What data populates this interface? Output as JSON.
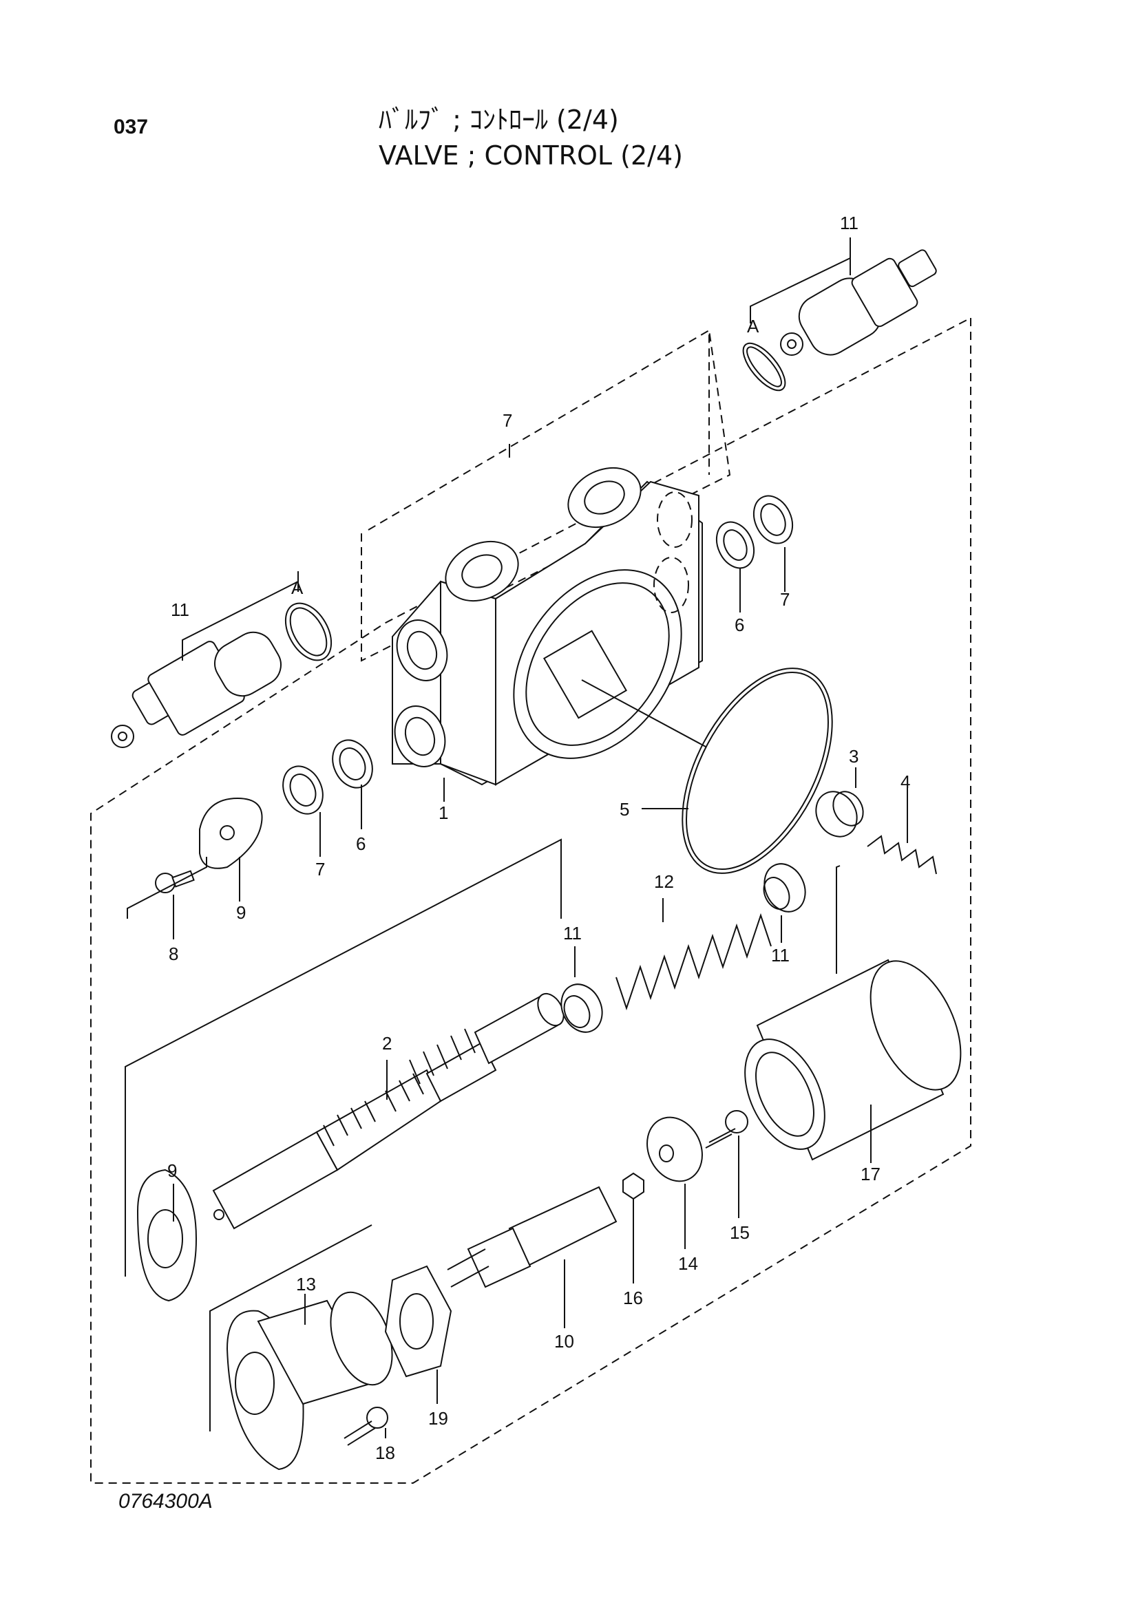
{
  "header": {
    "page_number": "037",
    "title_jp": "ﾊﾞﾙﾌﾞ ; ｺﾝﾄﾛｰﾙ (2/4)",
    "title_en": "VALVE ; CONTROL (2/4)"
  },
  "callouts": {
    "c1": "1",
    "c2": "2",
    "c3": "3",
    "c4": "4",
    "c5": "5",
    "c6a": "6",
    "c6b": "6",
    "c7a": "7",
    "c7b": "7",
    "c7c": "7",
    "c8": "8",
    "c9a": "9",
    "c9b": "9",
    "c10": "10",
    "c11a": "11",
    "c11b": "11",
    "c11c": "11",
    "c11d": "11",
    "c12": "12",
    "c13": "13",
    "c14": "14",
    "c15": "15",
    "c16": "16",
    "c17": "17",
    "c18": "18",
    "c19": "19",
    "markA1": "A",
    "markA2": "A"
  },
  "footer": {
    "drawing_code": "0764300A"
  }
}
